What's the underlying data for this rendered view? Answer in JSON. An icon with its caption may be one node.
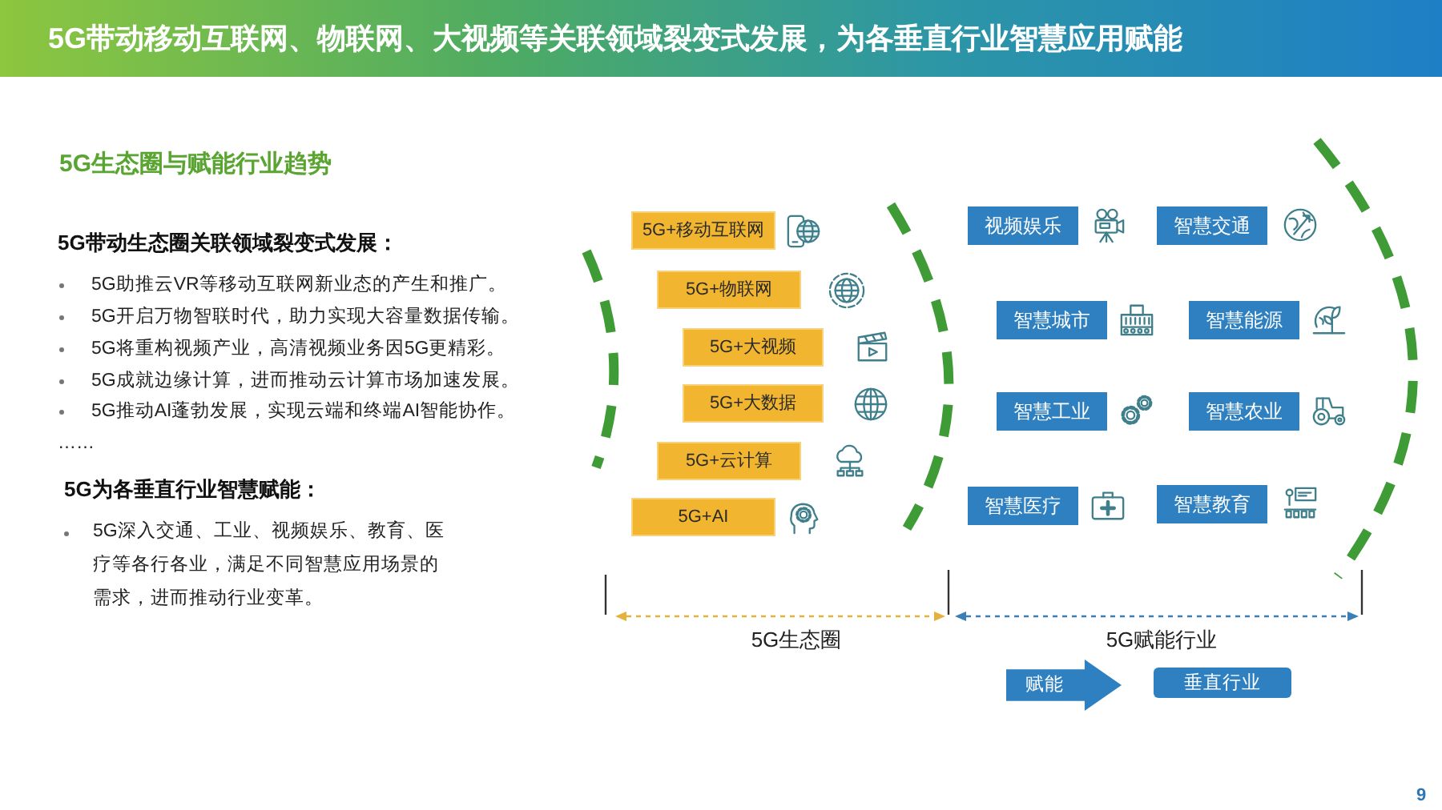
{
  "diagram": {
    "title": "5G带动移动互联网、物联网、大视频等关联领域裂变式发展，为各垂直行业智慧应用赋能",
    "nodes": [
      {
        "text": [
          "5G+移动互联网"
        ]
      },
      {
        "text": [
          "5G+物联网"
        ]
      },
      {
        "text": [
          "5G+大视频"
        ]
      },
      {
        "text": [
          "5G+大数据"
        ]
      },
      {
        "text": [
          "5G+云计算"
        ]
      },
      {
        "text": [
          "5G+AI"
        ]
      },
      {
        "text": [
          "视频娱乐"
        ]
      },
      {
        "text": [
          "智慧交通"
        ]
      },
      {
        "text": [
          "智慧城市"
        ]
      },
      {
        "text": [
          "智慧能源"
        ]
      },
      {
        "text": [
          "智慧工业"
        ]
      },
      {
        "text": [
          "智慧农业"
        ]
      },
      {
        "text": [
          "智慧医疗"
        ]
      },
      {
        "text": [
          "智慧教育"
        ]
      },
      {
        "text": [
          "赋能"
        ]
      },
      {
        "text": [
          "垂直行业"
        ]
      }
    ],
    "labels": [
      "5G生态圈与赋能行业趋势",
      "5G带动生态圈关联领域裂变式发展：",
      "5G助推云VR等移动互联网新业态的产生和推广。",
      "5G开启万物智联时代，助力实现大容量数据传输。",
      "5G将重构视频产业，高清视频业务因5G更精彩。",
      "5G成就边缘计算，进而推动云计算市场加速发展。",
      "5G推动AI蓬勃发展，实现云端和终端AI智能协作。",
      "……",
      "5G为各垂直行业智慧赋能：",
      "5G深入交通、工业、视频娱乐、教育、医疗等各行各业，满足不同智慧应用场景的需求，进而推动行业变革。",
      "5G生态圈",
      "5G赋能行业",
      "9"
    ]
  }
}
